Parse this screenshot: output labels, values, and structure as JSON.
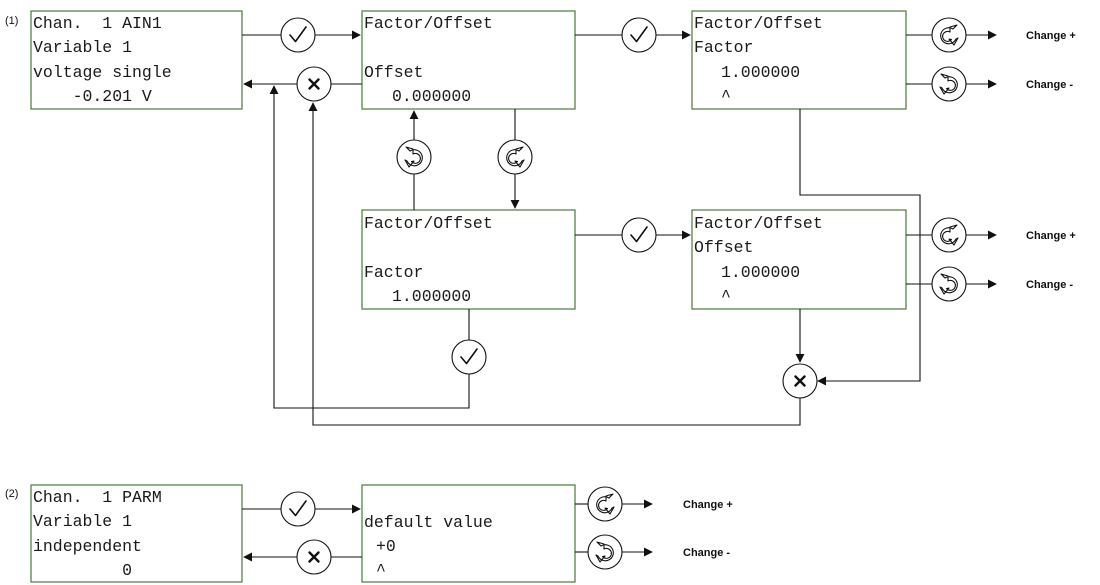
{
  "section1": {
    "marker": "(1)",
    "channel": {
      "lines": [
        "Chan.  1 AIN1",
        "Variable 1",
        "voltage single",
        "    -0.201 V"
      ]
    },
    "offset_screen": {
      "title": "Factor/Offset",
      "field": "Offset",
      "value": "0.000000"
    },
    "factor_screen": {
      "title": "Factor/Offset",
      "field": "Factor",
      "value": "1.000000"
    },
    "factor_edit": {
      "title": "Factor/Offset",
      "field": "Factor",
      "value": "1.000000",
      "cursor": "^"
    },
    "offset_edit": {
      "title": "Factor/Offset",
      "field": "Offset",
      "value": "1.000000",
      "cursor": "^"
    },
    "labels": {
      "change_plus_1": "Change +",
      "change_minus_1": "Change -",
      "change_plus_2": "Change +",
      "change_minus_2": "Change -"
    }
  },
  "section2": {
    "marker": "(2)",
    "channel": {
      "lines": [
        "Chan.  1 PARM",
        "Variable 1",
        "independent",
        "         0"
      ]
    },
    "default_screen": {
      "title": "default value",
      "value": "+0",
      "cursor": "^"
    },
    "labels": {
      "change_plus": "Change +",
      "change_minus": "Change -"
    }
  },
  "icons": {
    "confirm": "checkmark-icon",
    "cancel": "cross-icon",
    "increase": "rotate-clockwise-icon",
    "decrease": "rotate-counterclockwise-icon"
  }
}
